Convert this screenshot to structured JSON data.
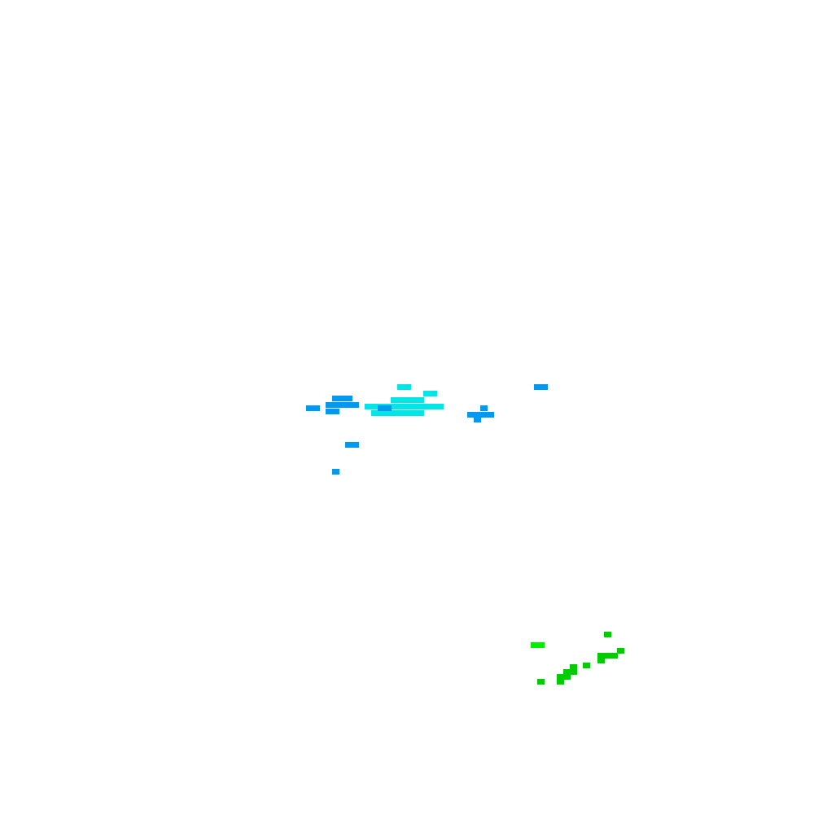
{
  "map": {
    "background": "#ffffff",
    "colors": {
      "blue": "#0099f0",
      "cyan": "#00e6e6",
      "green": "#00cc00",
      "light_green": "#00f000"
    },
    "echo_clusters": [
      {
        "name": "radar-echo-cyan-center",
        "color": "cyan",
        "cells": [
          [
            488,
            472
          ],
          [
            496,
            472
          ],
          [
            520,
            480
          ],
          [
            528,
            480
          ],
          [
            480,
            488
          ],
          [
            488,
            488
          ],
          [
            496,
            488
          ],
          [
            504,
            488
          ],
          [
            512,
            488
          ],
          [
            464,
            496
          ],
          [
            472,
            496
          ],
          [
            480,
            496
          ],
          [
            488,
            496
          ],
          [
            496,
            496
          ],
          [
            504,
            496
          ],
          [
            512,
            496
          ],
          [
            520,
            496
          ],
          [
            448,
            496
          ],
          [
            456,
            496
          ],
          [
            528,
            496
          ],
          [
            536,
            496
          ],
          [
            456,
            504
          ],
          [
            464,
            504
          ],
          [
            472,
            504
          ],
          [
            480,
            504
          ],
          [
            488,
            504
          ],
          [
            496,
            504
          ],
          [
            504,
            504
          ],
          [
            512,
            504
          ]
        ]
      },
      {
        "name": "radar-echo-blue-left",
        "color": "blue",
        "cells": [
          [
            408,
            486
          ],
          [
            416,
            486
          ],
          [
            424,
            486
          ],
          [
            400,
            494
          ],
          [
            408,
            494
          ],
          [
            416,
            494
          ],
          [
            424,
            494
          ],
          [
            432,
            494
          ],
          [
            400,
            502
          ],
          [
            408,
            502
          ],
          [
            376,
            498
          ],
          [
            384,
            498
          ],
          [
            464,
            498
          ],
          [
            472,
            498
          ]
        ]
      },
      {
        "name": "radar-echo-blue-right",
        "color": "blue",
        "cells": [
          [
            656,
            472
          ],
          [
            664,
            472
          ],
          [
            590,
            498
          ],
          [
            574,
            506
          ],
          [
            582,
            506
          ],
          [
            590,
            506
          ],
          [
            598,
            506
          ],
          [
            582,
            512
          ]
        ]
      },
      {
        "name": "radar-echo-blue-scattered",
        "color": "blue",
        "cells": [
          [
            424,
            543
          ],
          [
            432,
            543
          ],
          [
            408,
            576
          ]
        ]
      },
      {
        "name": "radar-echo-green-southeast",
        "color": "green",
        "cells": [
          [
            742,
            776
          ],
          [
            758,
            796
          ],
          [
            734,
            802
          ],
          [
            742,
            802
          ],
          [
            750,
            802
          ],
          [
            734,
            808
          ],
          [
            716,
            814
          ],
          [
            700,
            816
          ],
          [
            692,
            822
          ],
          [
            700,
            822
          ],
          [
            684,
            828
          ],
          [
            692,
            828
          ],
          [
            660,
            834
          ],
          [
            684,
            834
          ]
        ]
      },
      {
        "name": "radar-echo-lightgreen-southeast",
        "color": "light_green",
        "cells": [
          [
            652,
            789
          ],
          [
            660,
            789
          ]
        ]
      }
    ]
  }
}
